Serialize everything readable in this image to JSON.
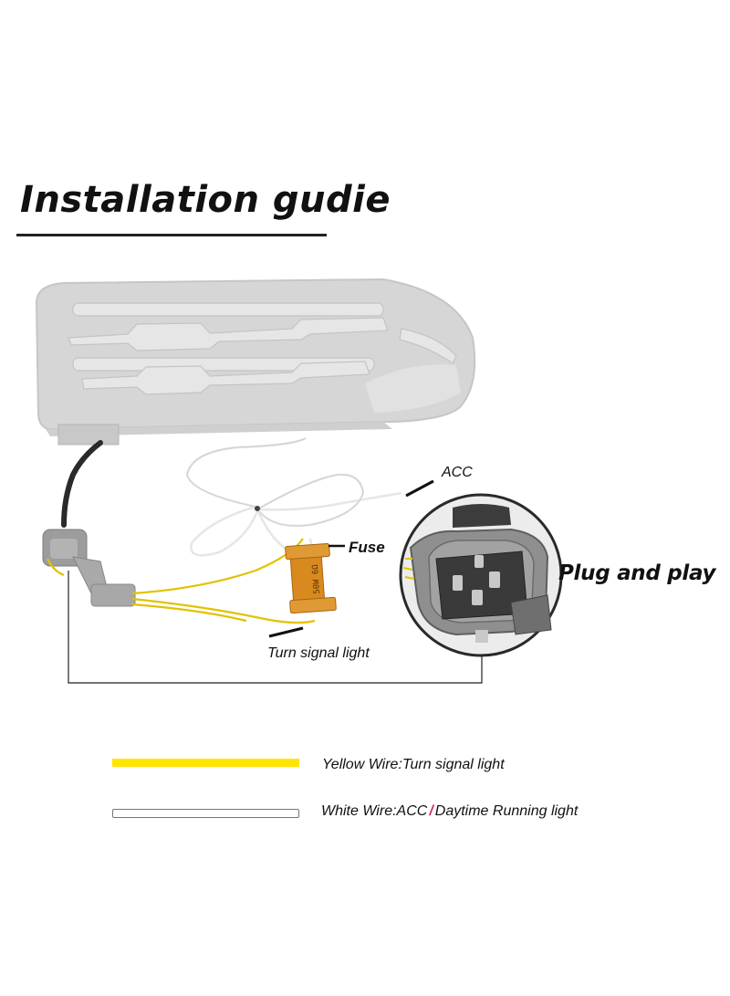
{
  "title": "Installation gudie",
  "labels": {
    "acc": "ACC",
    "fuse": "Fuse",
    "turn_signal": "Turn signal light",
    "plug_and_play": "Plug and play"
  },
  "legend": {
    "yellow": "Yellow Wire:Turn signal light",
    "white_a": "White Wire:ACC",
    "white_sep": "/",
    "white_b": "Daytime Running light"
  },
  "resistor_marking": "50W 6Ω",
  "colors": {
    "yellow_wire": "#ffe600",
    "white_wire": "#ffffff",
    "resistor": "#d98a1f",
    "mirror": "#d4d4d4",
    "separator_accent": "#d6287a"
  }
}
